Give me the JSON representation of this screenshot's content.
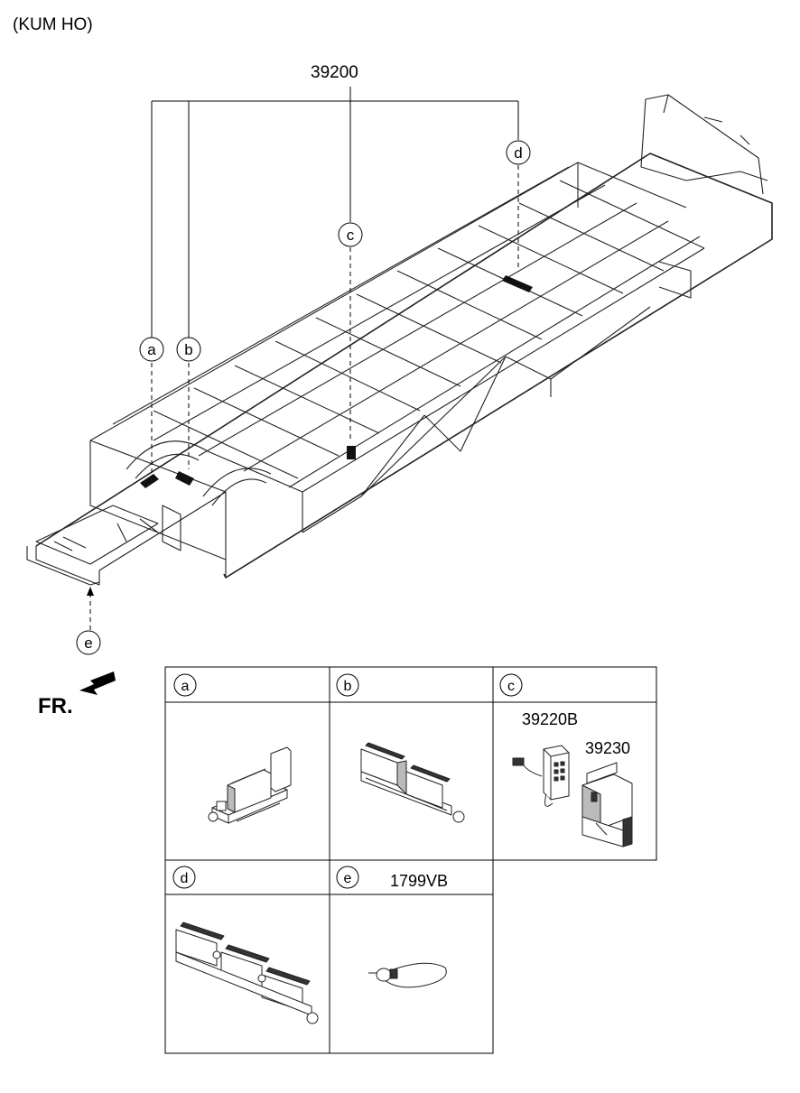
{
  "title": "(KUM HO)",
  "main_part": "39200",
  "front_label": "FR.",
  "callouts": [
    "a",
    "b",
    "c",
    "d",
    "e"
  ],
  "table": {
    "cells": [
      {
        "letter": "a",
        "parts": []
      },
      {
        "letter": "b",
        "parts": []
      },
      {
        "letter": "c",
        "parts": [
          "39220B",
          "39230"
        ]
      },
      {
        "letter": "d",
        "parts": []
      },
      {
        "letter": "e",
        "parts": [
          "1799VB"
        ]
      }
    ]
  }
}
